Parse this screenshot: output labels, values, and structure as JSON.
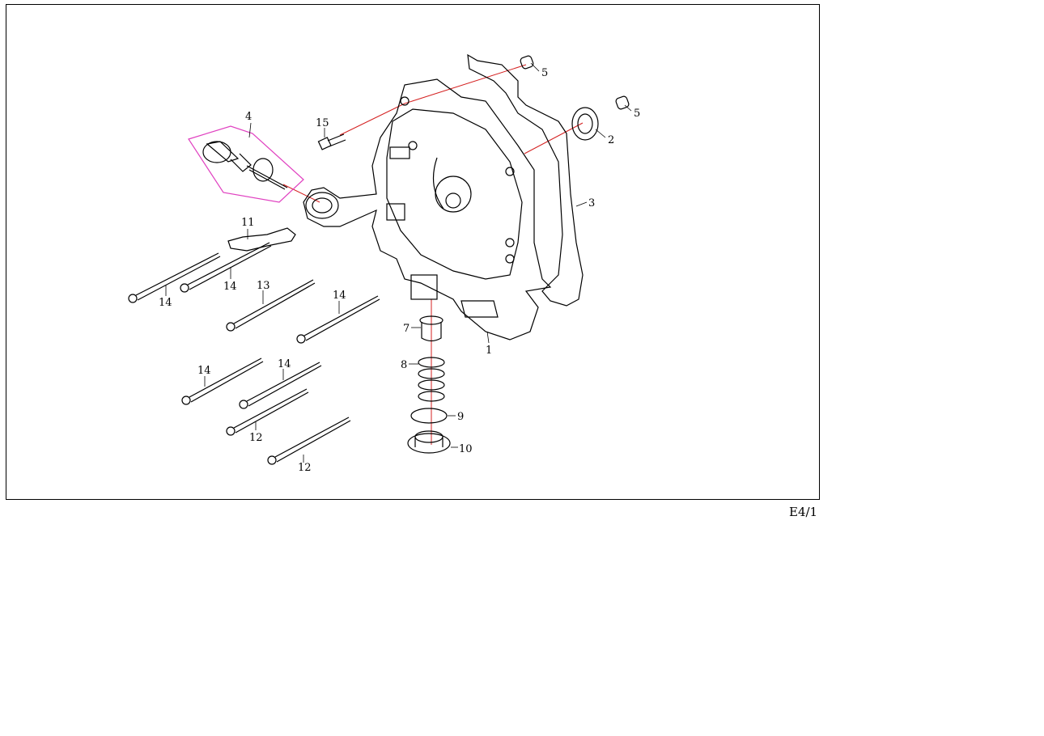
{
  "diagram": {
    "page_code": "E4/1",
    "part_labels": {
      "p1": "1",
      "p2": "2",
      "p3": "3",
      "p4": "4",
      "p5a": "5",
      "p5b": "5",
      "p7": "7",
      "p8": "8",
      "p9": "9",
      "p10": "10",
      "p11": "11",
      "p12a": "12",
      "p12b": "12",
      "p13": "13",
      "p14a": "14",
      "p14b": "14",
      "p14c": "14",
      "p14d": "14",
      "p14e": "14",
      "p15": "15"
    },
    "colors": {
      "line": "#000000",
      "assembly_line": "#d42020",
      "highlight_outline": "#e040c0"
    }
  }
}
